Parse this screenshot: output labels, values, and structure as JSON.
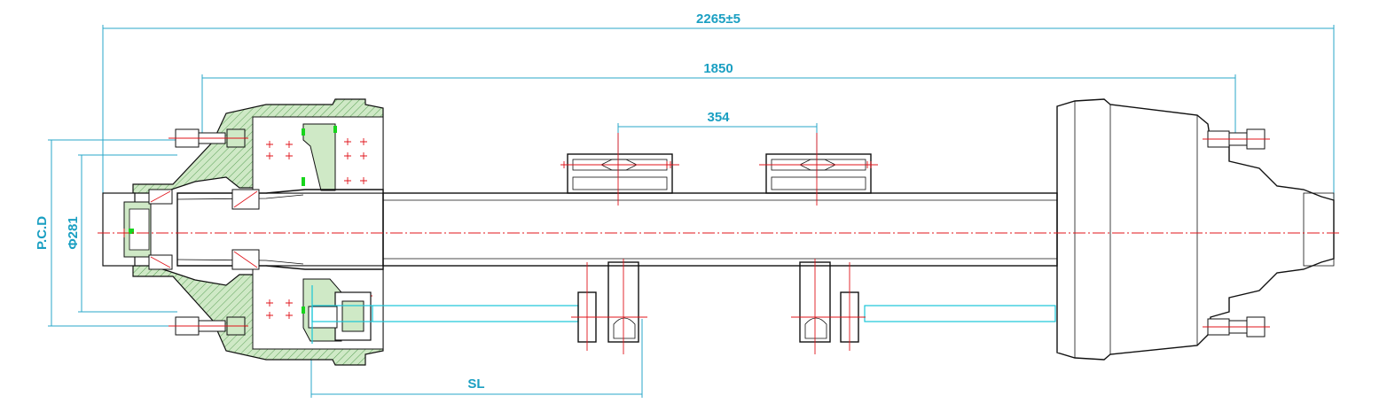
{
  "dimensions": {
    "overall_length": "2265±5",
    "track": "1850",
    "spring_center": "354",
    "pcd_label": "P.C.D",
    "pcd_value": "Φ281",
    "sl_label": "SL"
  },
  "colors": {
    "dimension": "#1a9fc2",
    "centerline": "#e0141b",
    "hub_section": "#cfe9c6",
    "camshaft": "#19c6d8"
  }
}
